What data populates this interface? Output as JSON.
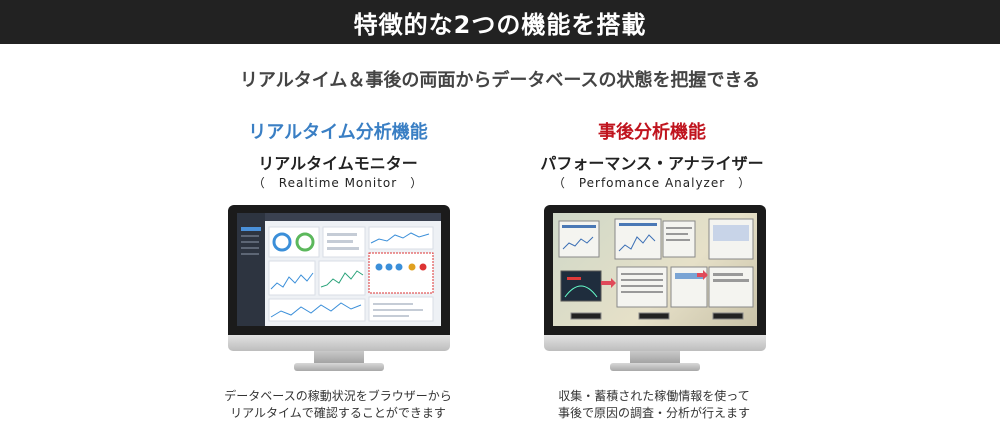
{
  "banner": {
    "title": "特徴的な2つの機能を搭載"
  },
  "subtitle": "リアルタイム＆事後の両面からデータベースの状態を把握できる",
  "features": [
    {
      "heading": "リアルタイム分析機能",
      "heading_color": "#3a7fc4",
      "tool_name": "リアルタイムモニター",
      "tool_name_en": "（　Realtime Monitor　）",
      "caption_line1": "データベースの稼動状況をブラウザーから",
      "caption_line2": "リアルタイムで確認することができます"
    },
    {
      "heading": "事後分析機能",
      "heading_color": "#c0141e",
      "tool_name": "パフォーマンス・アナライザー",
      "tool_name_en": "（　Perfomance Analyzer　）",
      "caption_line1": "収集・蓄積された稼働情報を使って",
      "caption_line2": "事後で原因の調査・分析が行えます"
    }
  ]
}
